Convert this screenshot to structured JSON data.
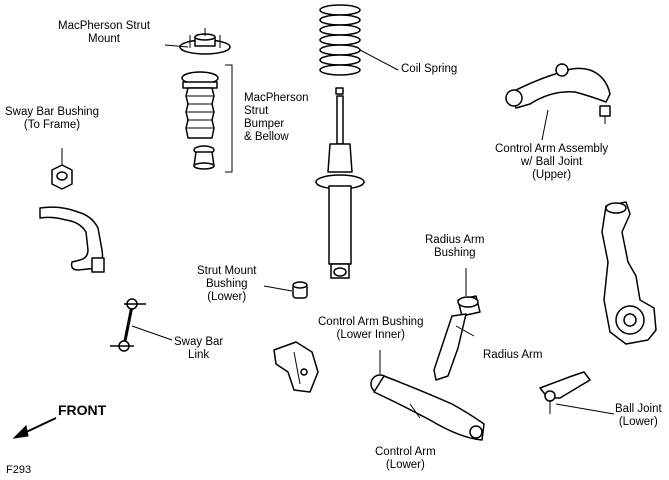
{
  "figure_code": "F293",
  "front": "FRONT",
  "labels": {
    "strut_mount": "MacPherson Strut\nMount",
    "bumper_bellow": "MacPherson\nStrut\nBumper\n& Bellow",
    "coil_spring": "Coil Spring",
    "control_arm_upper": "Control Arm Assembly\nw/ Ball Joint\n(Upper)",
    "sway_bar_bushing": "Sway Bar Bushing\n(To Frame)",
    "strut_mount_bushing": "Strut Mount\nBushing\n(Lower)",
    "radius_arm_bushing": "Radius Arm\nBushing",
    "control_arm_bushing": "Control Arm Bushing\n(Lower Inner)",
    "radius_arm": "Radius Arm",
    "sway_bar_link": "Sway Bar\nLink",
    "ball_joint": "Ball Joint\n(Lower)",
    "control_arm_lower": "Control Arm\n(Lower)"
  }
}
